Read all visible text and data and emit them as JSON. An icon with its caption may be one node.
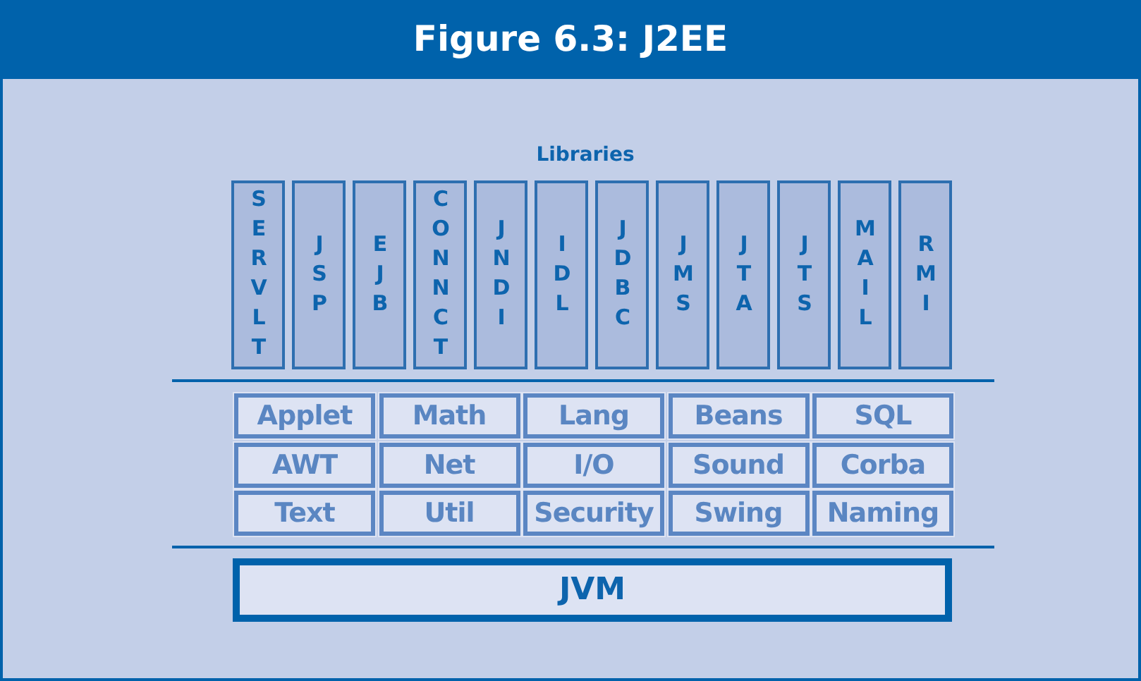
{
  "diagram": {
    "title": "Figure 6.3: J2EE",
    "nodes": [
      {
        "text": [
          "SERVLT"
        ]
      },
      {
        "text": [
          "JSP"
        ]
      },
      {
        "text": [
          "EJB"
        ]
      },
      {
        "text": [
          "CONNCT"
        ]
      },
      {
        "text": [
          "JNDI"
        ]
      },
      {
        "text": [
          "IDL"
        ]
      },
      {
        "text": [
          "JDBC"
        ]
      },
      {
        "text": [
          "JMS"
        ]
      },
      {
        "text": [
          "JTA"
        ]
      },
      {
        "text": [
          "JTS"
        ]
      },
      {
        "text": [
          "MAIL"
        ]
      },
      {
        "text": [
          "RMI"
        ]
      },
      {
        "text": [
          "Applet"
        ]
      },
      {
        "text": [
          "Math"
        ]
      },
      {
        "text": [
          "Lang"
        ]
      },
      {
        "text": [
          "Beans"
        ]
      },
      {
        "text": [
          "SQL"
        ]
      },
      {
        "text": [
          "AWT"
        ]
      },
      {
        "text": [
          "Net"
        ]
      },
      {
        "text": [
          "I/O"
        ]
      },
      {
        "text": [
          "Sound"
        ]
      },
      {
        "text": [
          "Corba"
        ]
      },
      {
        "text": [
          "Text"
        ]
      },
      {
        "text": [
          "Util"
        ]
      },
      {
        "text": [
          "Security"
        ]
      },
      {
        "text": [
          "Swing"
        ]
      },
      {
        "text": [
          "Naming"
        ]
      },
      {
        "text": [
          "JVM"
        ]
      }
    ],
    "edges": [],
    "labels": [
      "Libraries"
    ]
  }
}
